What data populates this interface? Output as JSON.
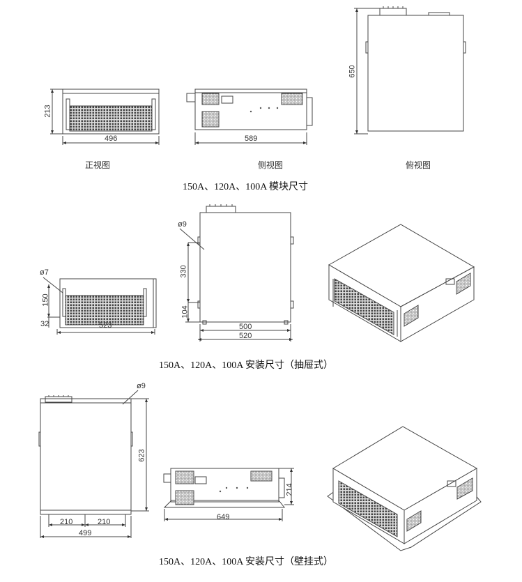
{
  "section1": {
    "title": "150A、120A、100A 模块尺寸",
    "front_view": {
      "caption": "正视图",
      "height": "213",
      "width": "496"
    },
    "side_view": {
      "caption": "侧视图",
      "depth": "589"
    },
    "top_view": {
      "caption": "俯视图",
      "depth": "650"
    }
  },
  "section2": {
    "title": "150A、120A、100A 安装尺寸（抽屉式）",
    "front_view": {
      "hole": "ø7",
      "height": "150",
      "bottom_offset": "32",
      "width": "523"
    },
    "top_view": {
      "hole": "ø9",
      "spacing_upper": "330",
      "spacing_lower": "104",
      "inner_width": "500",
      "outer_width": "520"
    }
  },
  "section3": {
    "title": "150A、120A、100A 安装尺寸（壁挂式）",
    "top_view": {
      "hole": "ø9",
      "depth": "623",
      "spacing_left": "210",
      "spacing_right": "210",
      "width": "499"
    },
    "side_view": {
      "height": "214",
      "depth": "649"
    }
  }
}
